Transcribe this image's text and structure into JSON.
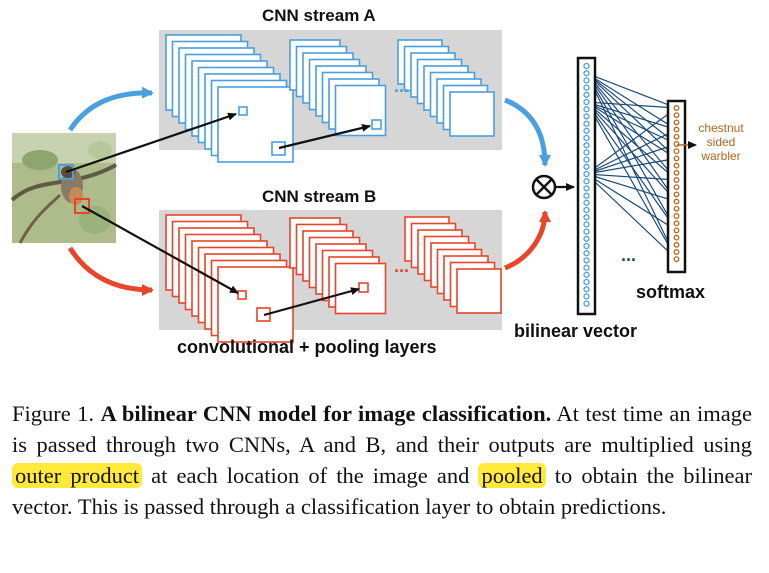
{
  "diagram": {
    "stream_a_label": "CNN stream A",
    "stream_b_label": "CNN stream B",
    "layers_label": "convolutional + pooling layers",
    "bilinear_label": "bilinear vector",
    "softmax_label": "softmax",
    "class_line1": "chestnut",
    "class_line2": "sided",
    "class_line3": "warbler",
    "ellipsis": "...",
    "vertical_ellipsis": "...",
    "colors": {
      "stream_a": "#4a9fde",
      "stream_b": "#e8452a",
      "panel": "#d6d6d6",
      "connection": "#1c4b7a",
      "softmax_dots": "#b5651d"
    }
  },
  "caption": {
    "figure_label": "Figure 1.",
    "title": "A bilinear CNN model for image classification.",
    "text1": "At test time an image is passed through two CNNs, A and B, and their outputs are multiplied using",
    "highlight1": "outer product",
    "text2": "at each location of the image and",
    "highlight2": "pooled",
    "text3": "to obtain the bilinear vector. This is passed through a classification layer to obtain predictions."
  }
}
